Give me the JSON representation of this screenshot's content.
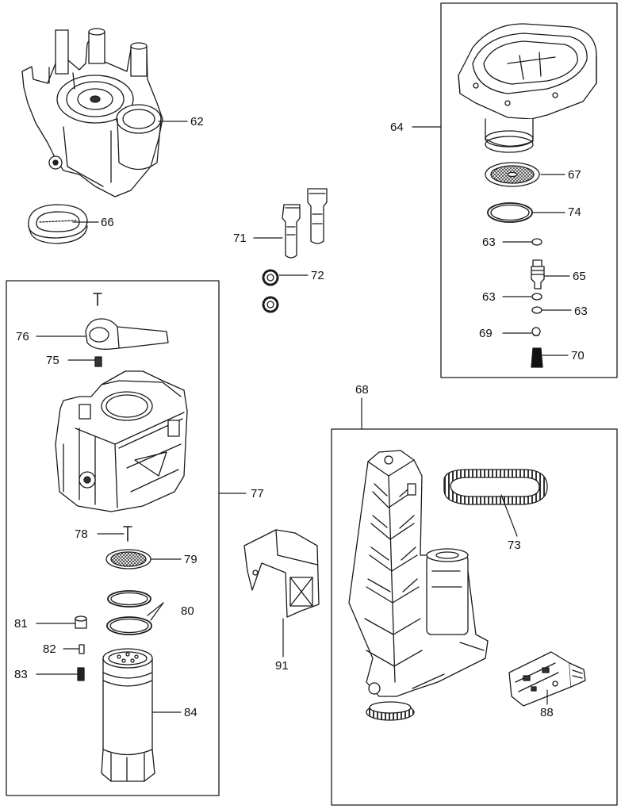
{
  "callouts": [
    {
      "id": "62",
      "text": "62"
    },
    {
      "id": "66",
      "text": "66"
    },
    {
      "id": "64",
      "text": "64"
    },
    {
      "id": "67",
      "text": "67"
    },
    {
      "id": "74",
      "text": "74"
    },
    {
      "id": "63a",
      "text": "63"
    },
    {
      "id": "65",
      "text": "65"
    },
    {
      "id": "63b",
      "text": "63"
    },
    {
      "id": "63c",
      "text": "63"
    },
    {
      "id": "69",
      "text": "69"
    },
    {
      "id": "70",
      "text": "70"
    },
    {
      "id": "71",
      "text": "71"
    },
    {
      "id": "72",
      "text": "72"
    },
    {
      "id": "76",
      "text": "76"
    },
    {
      "id": "75",
      "text": "75"
    },
    {
      "id": "77",
      "text": "77"
    },
    {
      "id": "78",
      "text": "78"
    },
    {
      "id": "79",
      "text": "79"
    },
    {
      "id": "80",
      "text": "80"
    },
    {
      "id": "81",
      "text": "81"
    },
    {
      "id": "82",
      "text": "82"
    },
    {
      "id": "83",
      "text": "83"
    },
    {
      "id": "84",
      "text": "84"
    },
    {
      "id": "68",
      "text": "68"
    },
    {
      "id": "73",
      "text": "73"
    },
    {
      "id": "91",
      "text": "91"
    },
    {
      "id": "88",
      "text": "88"
    }
  ]
}
